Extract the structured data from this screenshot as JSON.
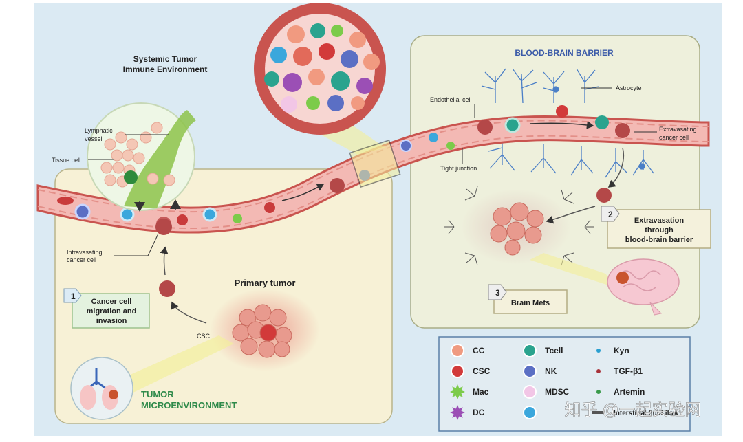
{
  "labels": {
    "systemic_title": [
      "Systemic Tumor",
      "Immune Environment"
    ],
    "lymphatic_vessel": [
      "Lymphatic",
      "vessel"
    ],
    "tissue_cell": "Tissue cell",
    "intravasating": [
      "Intravasating",
      "cancer cell"
    ],
    "primary_tumor": "Primary tumor",
    "csc": "CSC",
    "tumor_micro": [
      "TUMOR",
      "MICROENVIRONMENT"
    ],
    "bbb_title": "BLOOD-BRAIN  BARRIER",
    "endothelial": "Endothelial cell",
    "astrocyte": "Astrocyte",
    "extravasating": [
      "Extravasating",
      "cancer cell"
    ],
    "tight_junction": "Tight junction"
  },
  "steps": [
    {
      "num": "1",
      "lines": [
        "Cancer cell",
        "migration and",
        "invasion"
      ]
    },
    {
      "num": "2",
      "lines": [
        "Extravasation",
        "through",
        "blood-brain barrier"
      ]
    },
    {
      "num": "3",
      "lines": [
        "Brain Mets"
      ]
    }
  ],
  "legend": [
    {
      "label": "CC",
      "kind": "cell",
      "color": "#ef9a80"
    },
    {
      "label": "Tcell",
      "kind": "cell",
      "color": "#2aa38e"
    },
    {
      "label": "Kyn",
      "kind": "dot",
      "color": "#2a9fd0"
    },
    {
      "label": "CSC",
      "kind": "cell",
      "color": "#d23a3a"
    },
    {
      "label": "NK",
      "kind": "cell",
      "color": "#5b6fc4"
    },
    {
      "label": "TGF-β1",
      "kind": "dot",
      "color": "#a8323a"
    },
    {
      "label": "Mac",
      "kind": "spiky",
      "color": "#7ccb4a"
    },
    {
      "label": "MDSC",
      "kind": "cell",
      "color": "#f2c6e6"
    },
    {
      "label": "Artemin",
      "kind": "dot",
      "color": "#3a9a4a"
    },
    {
      "label": "DC",
      "kind": "spiky",
      "color": "#9b4fb5"
    },
    {
      "label": "",
      "kind": "cell",
      "color": "#3ba7dc"
    },
    {
      "label": "Interstitial fluid flow",
      "kind": "flow",
      "color": "#555555"
    }
  ],
  "watermark": "知乎 @一起实验网",
  "colors": {
    "background": "#dbeaf3",
    "tumor_panel": "#f7f1d6",
    "bbb_panel": "#eef0dc",
    "vessel": "#f3b9b4",
    "vessel_wall": "#c9544f"
  }
}
